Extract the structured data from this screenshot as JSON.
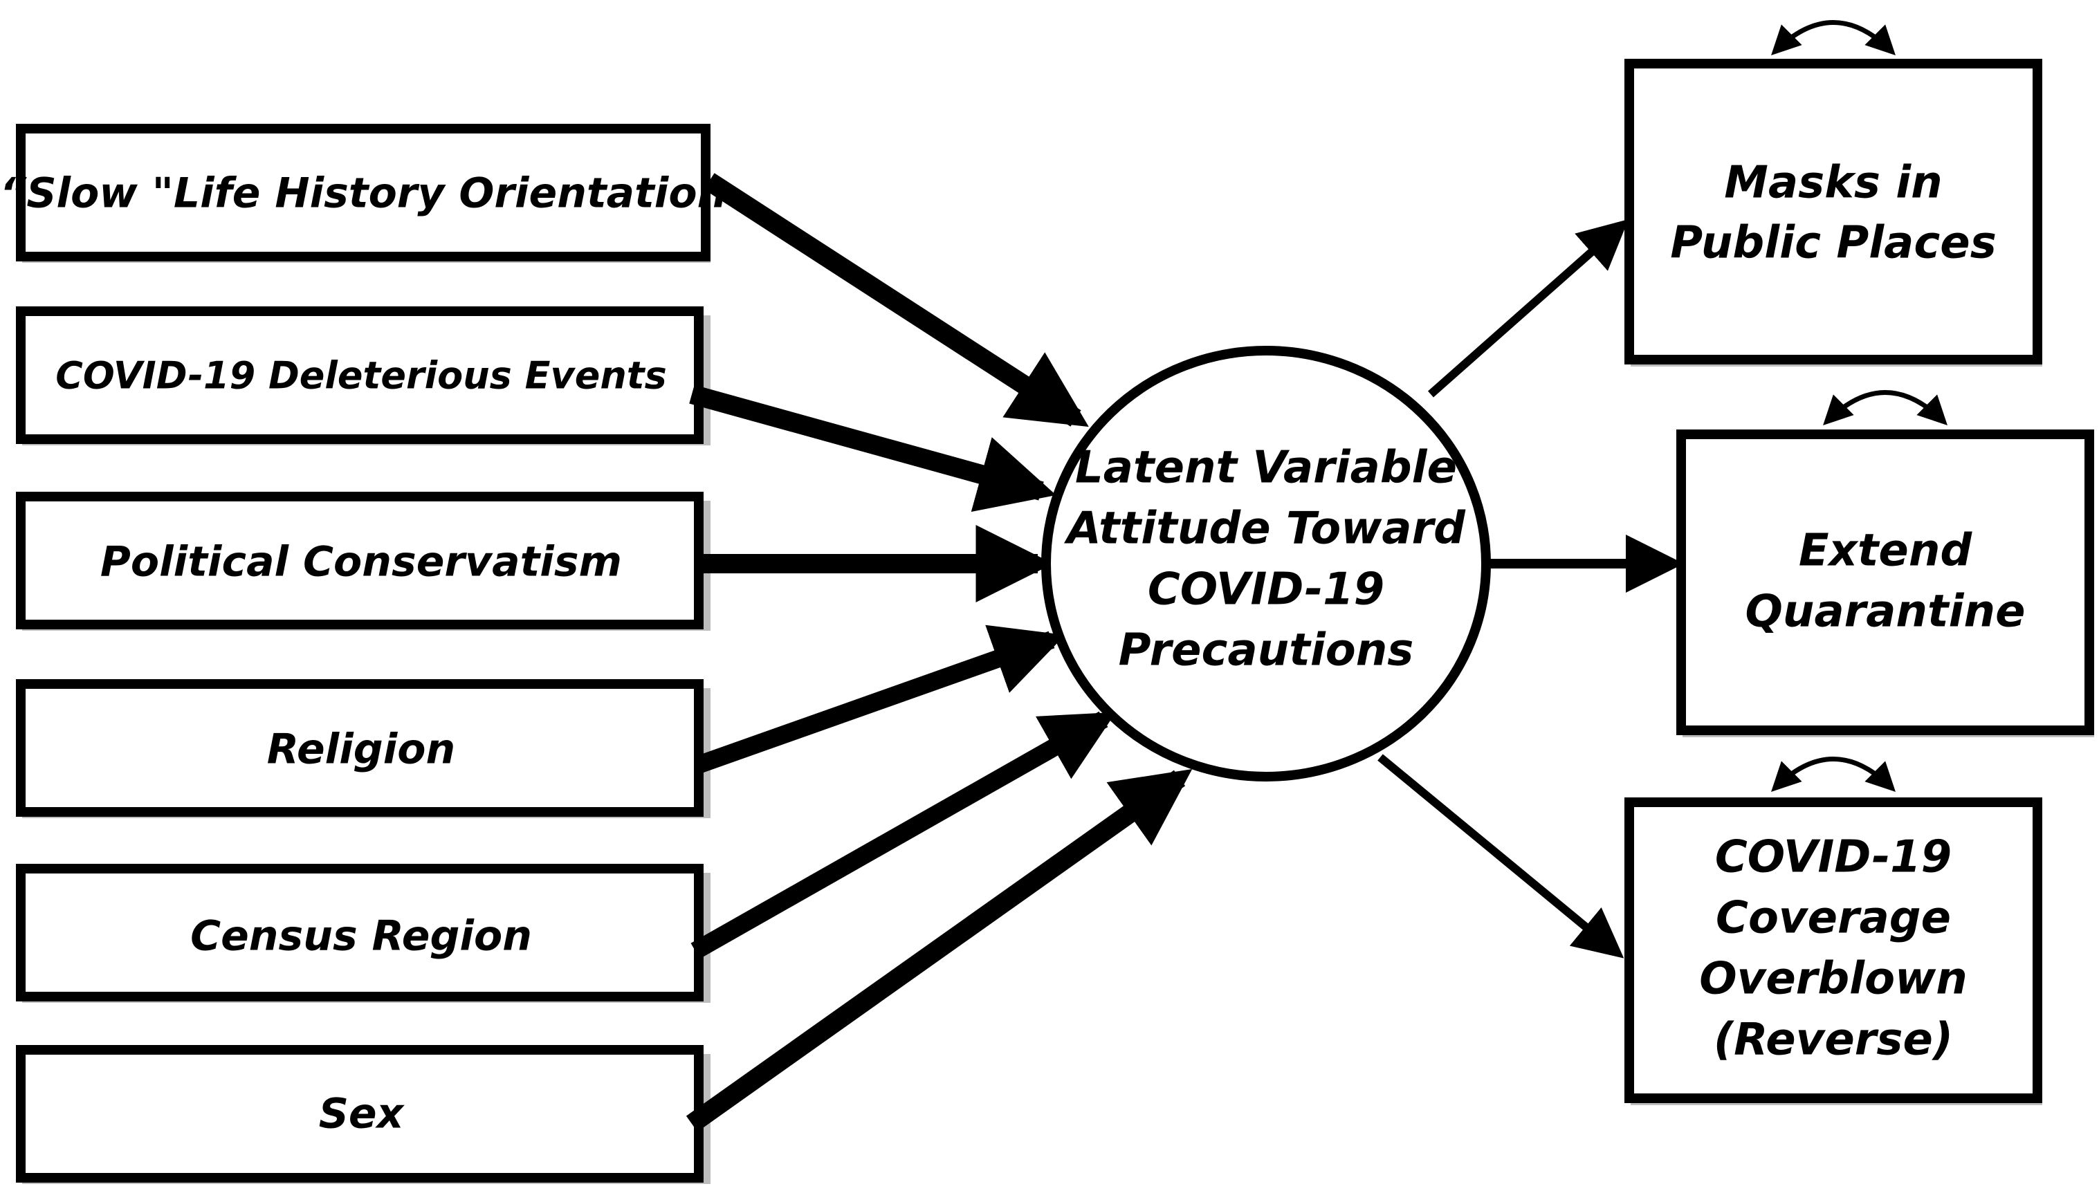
{
  "predictors": [
    {
      "id": "slow-life-history",
      "label": "“Slow \"Life History Orientation"
    },
    {
      "id": "covid-deleterious-events",
      "label": "COVID-19 Deleterious Events"
    },
    {
      "id": "political-conservatism",
      "label": "Political Conservatism"
    },
    {
      "id": "religion",
      "label": "Religion"
    },
    {
      "id": "census-region",
      "label": "Census Region"
    },
    {
      "id": "sex",
      "label": "Sex"
    }
  ],
  "latent": {
    "lines": [
      "Latent Variable",
      "Attitude Toward",
      "COVID-19",
      "Precautions"
    ]
  },
  "outcomes": [
    {
      "id": "masks",
      "lines": [
        "Masks in",
        "Public Places"
      ]
    },
    {
      "id": "extend-quarantine",
      "lines": [
        "Extend",
        "Quarantine"
      ]
    },
    {
      "id": "coverage-overblown",
      "lines": [
        "COVID-19",
        "Coverage",
        "Overblown",
        "(Reverse)"
      ]
    }
  ],
  "colors": {
    "ink": "#000000",
    "fill": "#ffffff",
    "shadow": "#bdbdbd"
  }
}
